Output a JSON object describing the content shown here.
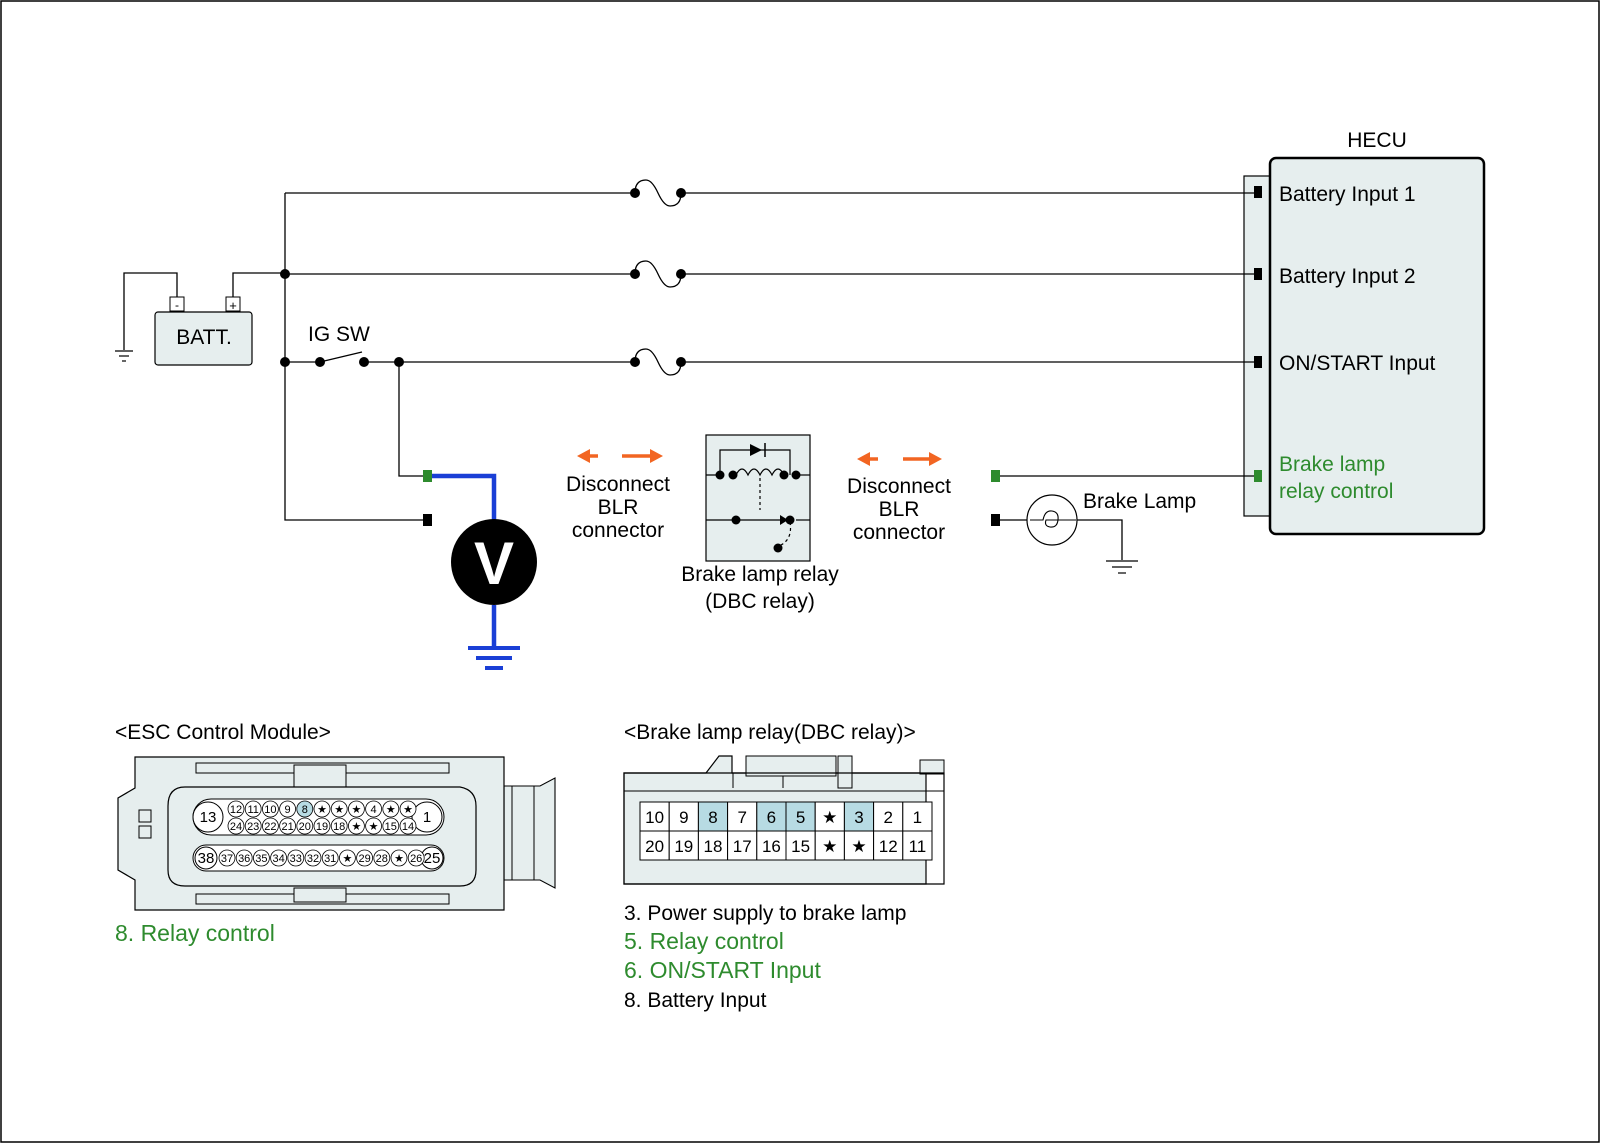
{
  "diagram": {
    "ecu": {
      "title": "HECU",
      "pins": [
        "Battery Input 1",
        "Battery Input 2",
        "ON/START Input"
      ],
      "brake_control": [
        "Brake lamp",
        "relay control"
      ]
    },
    "battery": {
      "label": "BATT.",
      "neg": "-",
      "pos": "+"
    },
    "ig_switch": "IG SW",
    "meter_symbol": "V",
    "disconnect_left": [
      "Disconnect",
      "BLR",
      "connector"
    ],
    "disconnect_right": [
      "Disconnect",
      "BLR",
      "connector"
    ],
    "relay_caption": [
      "Brake lamp relay",
      "(DBC relay)"
    ],
    "brake_lamp": "Brake Lamp"
  },
  "esc_module": {
    "title": "<ESC Control Module>",
    "big_pins": [
      "13",
      "1",
      "38",
      "25"
    ],
    "row1": [
      "12",
      "11",
      "10",
      "9",
      "8",
      "★",
      "★",
      "★",
      "4",
      "★",
      "★"
    ],
    "row2": [
      "24",
      "23",
      "22",
      "21",
      "20",
      "19",
      "18",
      "★",
      "★",
      "15",
      "14"
    ],
    "row3": [
      "37",
      "36",
      "35",
      "34",
      "33",
      "32",
      "31",
      "★",
      "29",
      "28",
      "★",
      "26"
    ],
    "highlight": "8",
    "note": "8. Relay control"
  },
  "relay_connector": {
    "title": "<Brake lamp relay(DBC relay)>",
    "row1": [
      "10",
      "9",
      "8",
      "7",
      "6",
      "5",
      "★",
      "3",
      "2",
      "1"
    ],
    "row2": [
      "20",
      "19",
      "18",
      "17",
      "16",
      "15",
      "★",
      "★",
      "12",
      "11"
    ],
    "highlight": [
      "8",
      "6",
      "5",
      "3"
    ],
    "notes": [
      {
        "text": "3. Power supply to brake lamp",
        "color": "#000000"
      },
      {
        "text": "5. Relay control",
        "color": "#2e8b2e"
      },
      {
        "text": "6. ON/START Input",
        "color": "#2e8b2e"
      },
      {
        "text": "8. Battery Input",
        "color": "#000000"
      }
    ]
  },
  "colors": {
    "green": "#2e8b2e",
    "wire_blue": "#1a3fd6",
    "arrow_orange": "#f26522",
    "highlight_cell": "#b7dbe3",
    "box_fill": "#e6eeee"
  }
}
